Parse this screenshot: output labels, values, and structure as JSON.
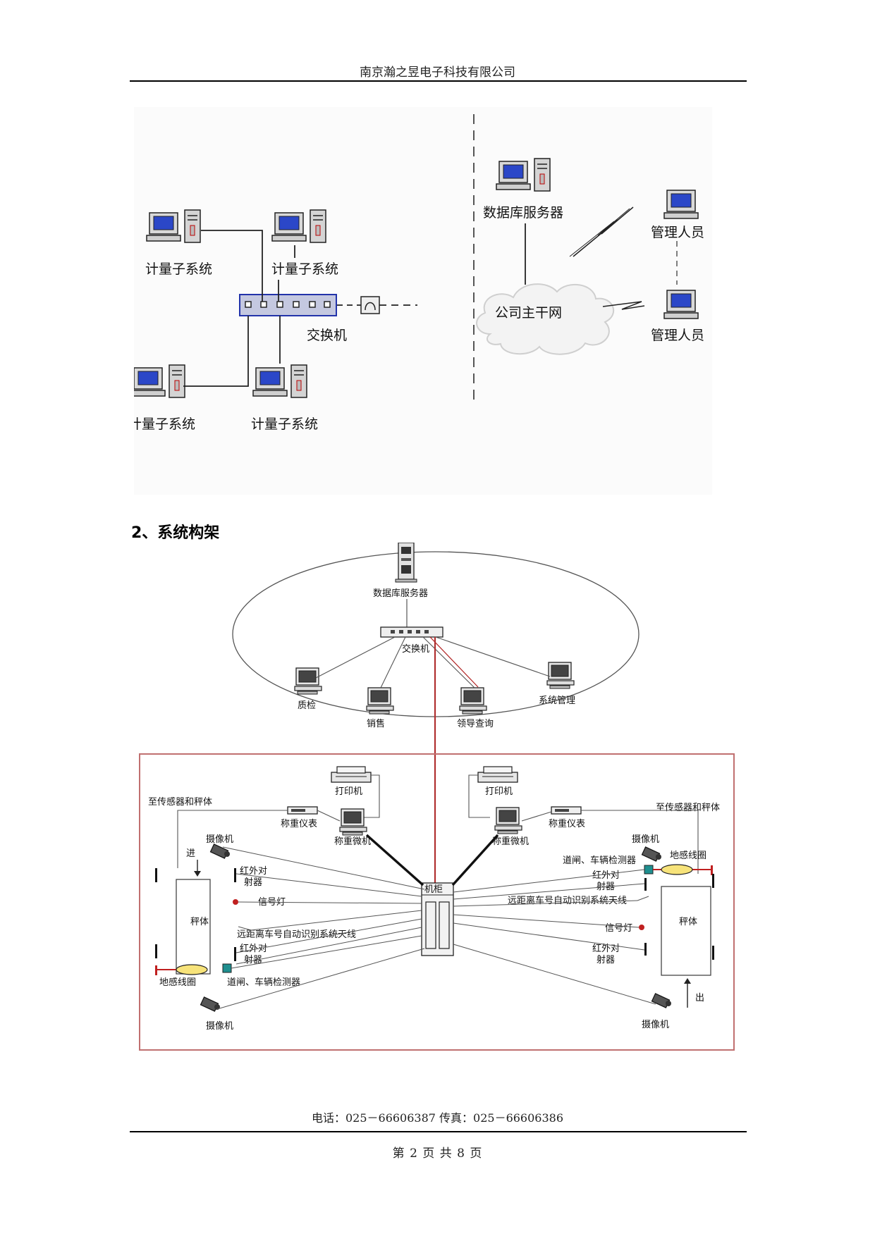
{
  "header": {
    "company": "南京瀚之昱电子科技有限公司"
  },
  "figure1": {
    "labels": {
      "db_server": "数据库服务器",
      "manager_1": "管理人员",
      "manager_2": "管理人员",
      "subsystem_1": "计量子系统",
      "subsystem_2": "计量子系统",
      "subsystem_3": "计量子系统",
      "subsystem_4": "计量子系统",
      "switch": "交换机",
      "backbone": "公司主干网"
    }
  },
  "section": {
    "heading": "2、系统构架"
  },
  "figure2": {
    "labels": {
      "db_server": "数据库服务器",
      "switch": "交换机",
      "quality": "质检",
      "sales": "销售",
      "leader_query": "领导查询",
      "sys_admin": "系统管理",
      "printer_left": "打印机",
      "printer_right": "打印机",
      "to_sensor_left": "至传感器和秤体",
      "to_sensor_right": "至传感器和秤体",
      "scale_meter_left": "称重仪表",
      "scale_meter_right": "称重仪表",
      "scale_pc_left": "称重微机",
      "scale_pc_right": "称重微机",
      "camera_top_left": "摄像机",
      "camera_top_right": "摄像机",
      "camera_bottom_left": "摄像机",
      "camera_bottom_right": "摄像机",
      "enter": "进",
      "exit": "出",
      "scale_body_left": "秤体",
      "scale_body_right": "秤体",
      "ir_left_top_1": "红外对",
      "ir_left_top_2": "射器",
      "ir_left_bottom_1": "红外对",
      "ir_left_bottom_2": "射器",
      "ir_right_top_1": "红外对",
      "ir_right_top_2": "射器",
      "ir_right_bottom_1": "红外对",
      "ir_right_bottom_2": "射器",
      "signal_left": "信号灯",
      "signal_right": "信号灯",
      "antenna_left": "远距离车号自动识别系统天线",
      "antenna_right": "远距离车号自动识别系统天线",
      "barrier_left": "道闸、车辆检测器",
      "barrier_right": "道闸、车辆检测器",
      "loop_left": "地感线圈",
      "loop_right": "地感线圈",
      "cabinet": "机柜"
    }
  },
  "footer": {
    "contact": "电话：025－66606387    传真：025－66606386",
    "page": "第 2 页 共 8 页"
  }
}
